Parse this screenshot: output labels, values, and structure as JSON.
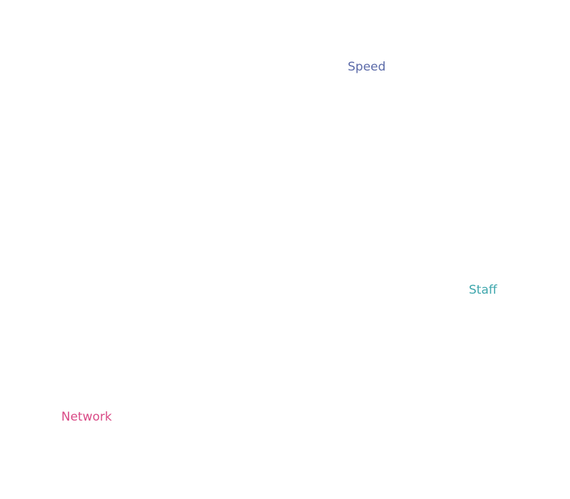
{
  "labels": {
    "speed": {
      "text": "Speed",
      "color": "#5b6aa8"
    },
    "staff": {
      "text": "Staff",
      "color": "#3fa7ad"
    },
    "network": {
      "text": "Network",
      "color": "#d94a86"
    }
  }
}
